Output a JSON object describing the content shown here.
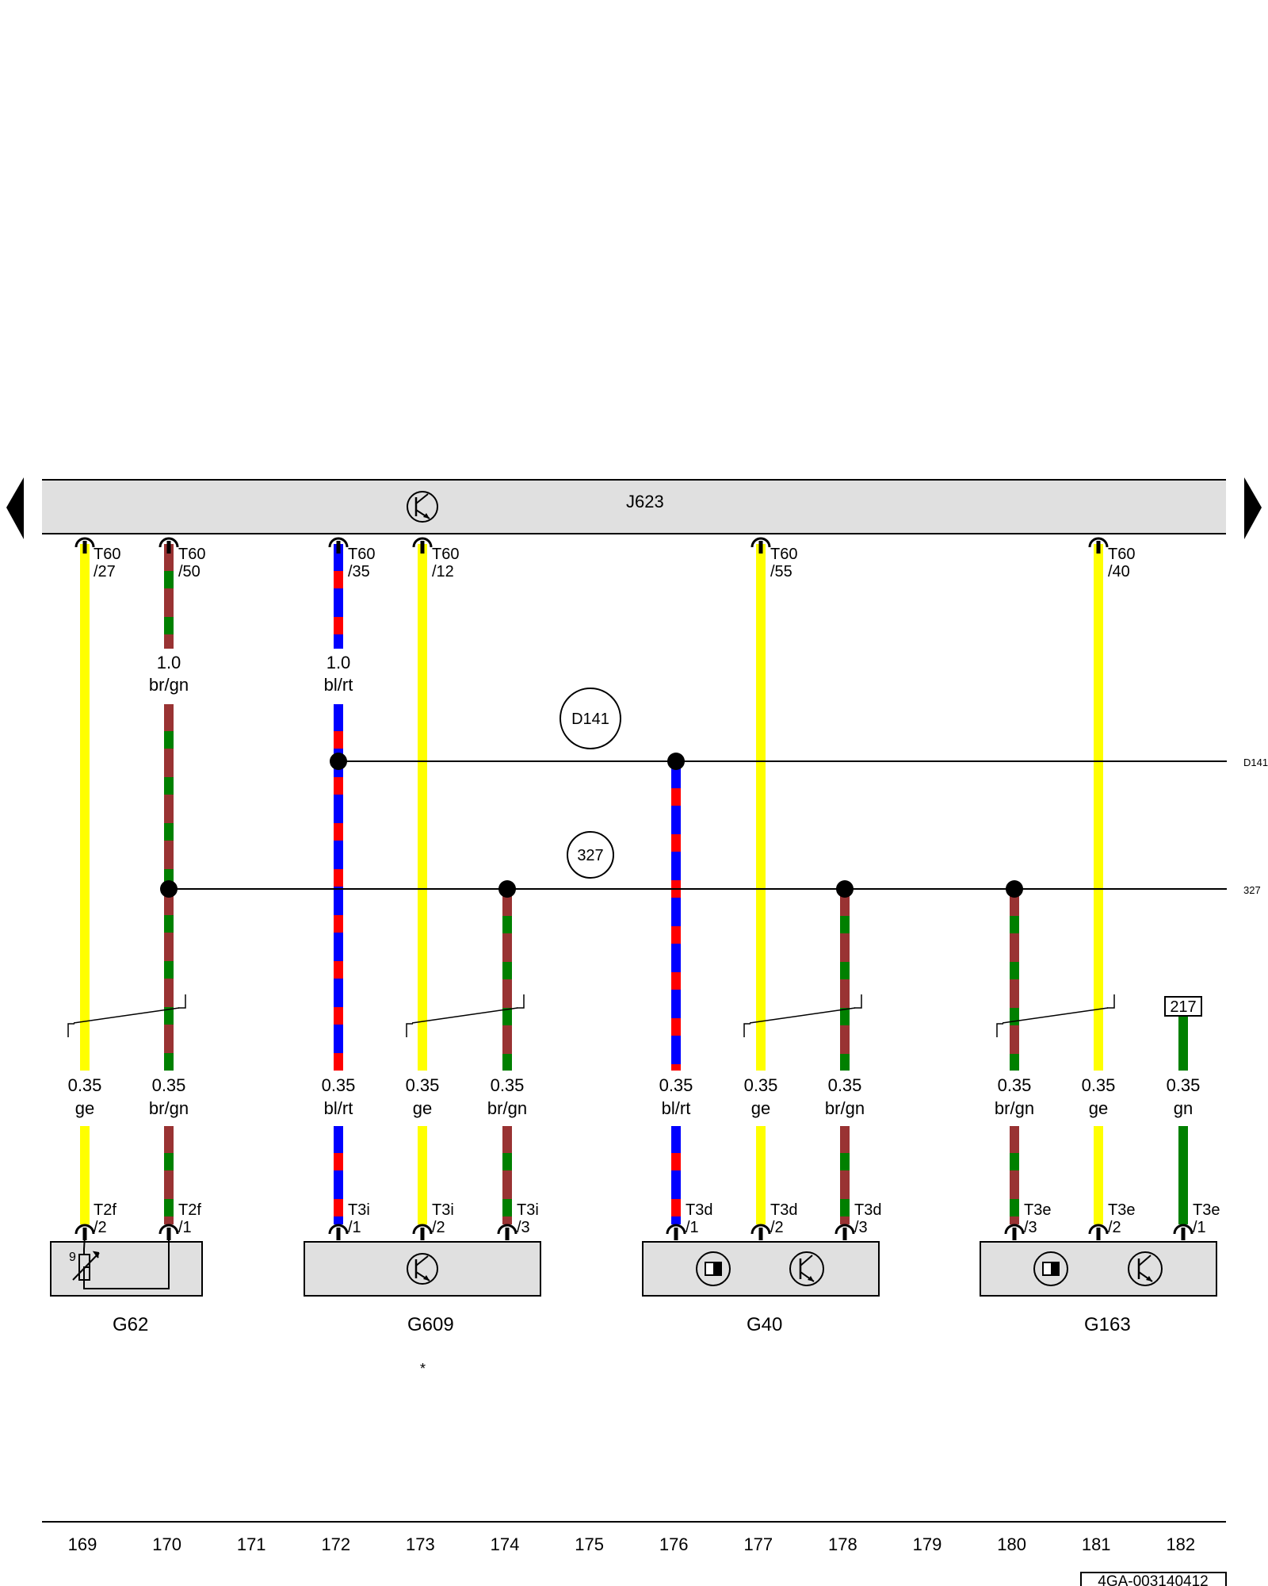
{
  "control_unit": {
    "label": "J623"
  },
  "connectors": [
    {
      "id": "c1",
      "name": "T60",
      "pin": "/27"
    },
    {
      "id": "c2",
      "name": "T60",
      "pin": "/50"
    },
    {
      "id": "c3",
      "name": "T60",
      "pin": "/35"
    },
    {
      "id": "c4",
      "name": "T60",
      "pin": "/12"
    },
    {
      "id": "c5",
      "name": "T60",
      "pin": "/55"
    },
    {
      "id": "c6",
      "name": "T60",
      "pin": "/40"
    },
    {
      "id": "b1",
      "name": "T2f",
      "pin": "/2"
    },
    {
      "id": "b2",
      "name": "T2f",
      "pin": "/1"
    },
    {
      "id": "b3",
      "name": "T3i",
      "pin": "/1"
    },
    {
      "id": "b4",
      "name": "T3i",
      "pin": "/2"
    },
    {
      "id": "b5",
      "name": "T3i",
      "pin": "/3"
    },
    {
      "id": "b6",
      "name": "T3d",
      "pin": "/1"
    },
    {
      "id": "b7",
      "name": "T3d",
      "pin": "/2"
    },
    {
      "id": "b8",
      "name": "T3d",
      "pin": "/3"
    },
    {
      "id": "b9",
      "name": "T3e",
      "pin": "/3"
    },
    {
      "id": "b10",
      "name": "T3e",
      "pin": "/2"
    },
    {
      "id": "b11",
      "name": "T3e",
      "pin": "/1"
    }
  ],
  "wire_labels": [
    {
      "id": "u1",
      "size": "1.0",
      "color": "br/gn"
    },
    {
      "id": "u2",
      "size": "1.0",
      "color": "bl/rt"
    },
    {
      "id": "l1",
      "size": "0.35",
      "color": "ge"
    },
    {
      "id": "l2",
      "size": "0.35",
      "color": "br/gn"
    },
    {
      "id": "l3",
      "size": "0.35",
      "color": "bl/rt"
    },
    {
      "id": "l4",
      "size": "0.35",
      "color": "ge"
    },
    {
      "id": "l5",
      "size": "0.35",
      "color": "br/gn"
    },
    {
      "id": "l6",
      "size": "0.35",
      "color": "bl/rt"
    },
    {
      "id": "l7",
      "size": "0.35",
      "color": "ge"
    },
    {
      "id": "l8",
      "size": "0.35",
      "color": "br/gn"
    },
    {
      "id": "l9",
      "size": "0.35",
      "color": "br/gn"
    },
    {
      "id": "l10",
      "size": "0.35",
      "color": "ge"
    },
    {
      "id": "l11",
      "size": "0.35",
      "color": "gn"
    }
  ],
  "buses": [
    {
      "id": "D141",
      "label": "D141",
      "edge_label": "D141"
    },
    {
      "id": "327",
      "label": "327",
      "edge_label": "327"
    }
  ],
  "reference_box": {
    "label": "217"
  },
  "components": [
    {
      "id": "G62",
      "label": "G62",
      "symbol_text": "9"
    },
    {
      "id": "G609",
      "label": "G609"
    },
    {
      "id": "G40",
      "label": "G40"
    },
    {
      "id": "G163",
      "label": "G163"
    }
  ],
  "footnote": "*",
  "columns": [
    "169",
    "170",
    "171",
    "172",
    "173",
    "174",
    "175",
    "176",
    "177",
    "178",
    "179",
    "180",
    "181",
    "182"
  ],
  "drawing_number": "4GA-003140412",
  "colors": {
    "ge": "#ffff00",
    "gn": "#008000",
    "br": "#993333",
    "bl": "#0000ff",
    "rt": "#ff0000",
    "housing": "#e0e0e0"
  }
}
